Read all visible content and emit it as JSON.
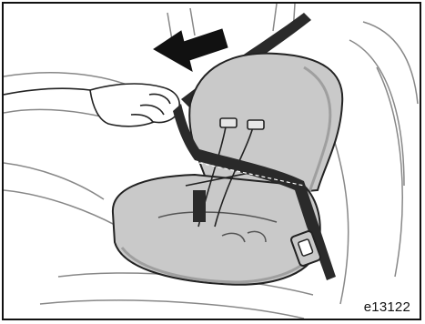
{
  "figure": {
    "code": "e13122",
    "colors": {
      "seat_fill": "#c9c9c9",
      "seat_shade": "#9f9f9f",
      "belt": "#2a2a2a",
      "line": "#222222",
      "background_sketch": "#888888"
    },
    "icons": {
      "arrow": "pull-direction-arrow",
      "hand": "hand",
      "seat": "child-restraint-seat",
      "buckle": "belt-buckle"
    }
  }
}
